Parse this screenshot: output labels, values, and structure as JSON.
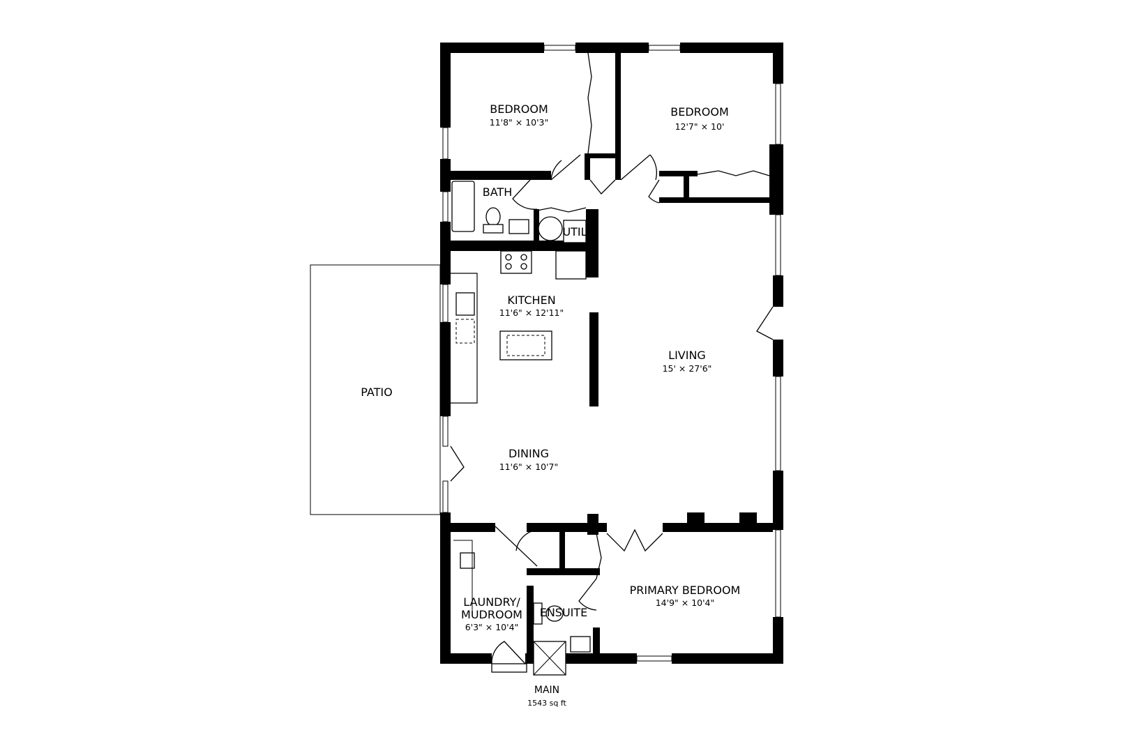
{
  "floor": {
    "name": "MAIN",
    "area": "1543 sq ft"
  },
  "rooms": [
    {
      "name": "BEDROOM",
      "dims": "11'8\" × 10'3\""
    },
    {
      "name": "BEDROOM",
      "dims": "12'7\" × 10'"
    },
    {
      "name": "BATH",
      "dims": ""
    },
    {
      "name": "UTIL",
      "dims": ""
    },
    {
      "name": "KITCHEN",
      "dims": "11'6\" × 12'11\""
    },
    {
      "name": "LIVING",
      "dims": "15' × 27'6\""
    },
    {
      "name": "PATIO",
      "dims": ""
    },
    {
      "name": "DINING",
      "dims": "11'6\" × 10'7\""
    },
    {
      "name": "PRIMARY BEDROOM",
      "dims": "14'9\" × 10'4\""
    },
    {
      "name": "LAUNDRY/",
      "name2": "MUDROOM",
      "dims": "6'3\" × 10'4\""
    },
    {
      "name": "ENSUITE",
      "dims": ""
    }
  ]
}
